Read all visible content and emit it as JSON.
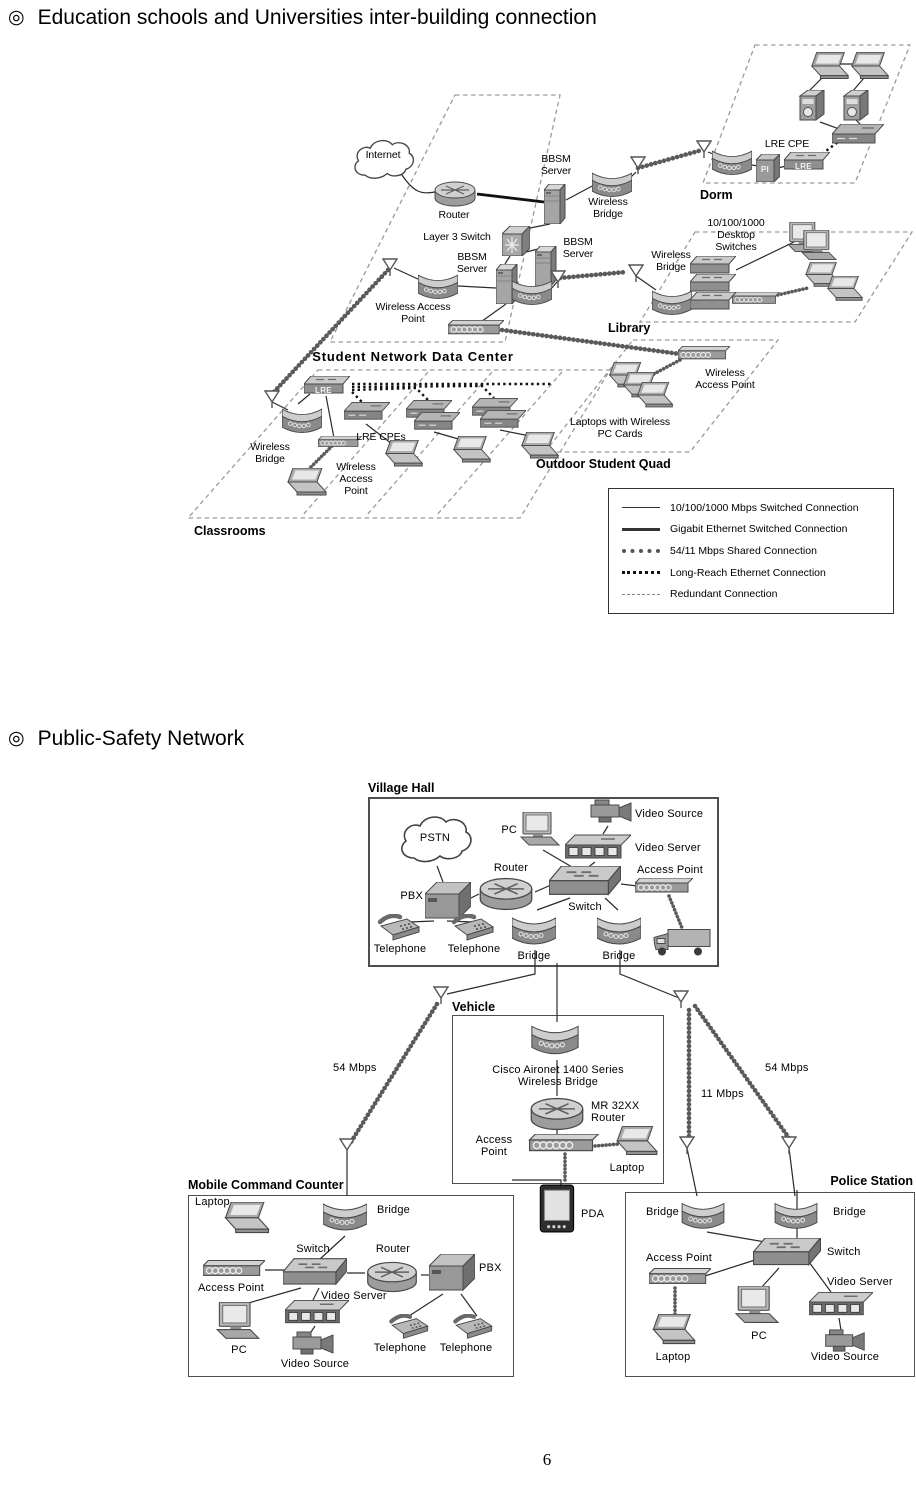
{
  "page": {
    "number": "6",
    "sections": [
      {
        "bullet": "◎",
        "title": "Education schools and Universities inter-building connection"
      },
      {
        "bullet": "◎",
        "title": "Public-Safety Network"
      }
    ]
  },
  "common": {
    "internet": "Internet",
    "pstn": "PSTN",
    "router": "Router",
    "switch": "Switch",
    "bridge": "Bridge",
    "telephone": "Telephone",
    "pc": "PC",
    "laptop": "Laptop",
    "pbx": "PBX",
    "pda": "PDA",
    "access_point": "Access Point",
    "video_server": "Video Server",
    "video_source": "Video Source",
    "bbsm_server": "BBSM Server",
    "wireless_bridge": "Wireless Bridge",
    "wireless_access_point": "Wireless Access Point",
    "lre": "LRE"
  },
  "diagram1": {
    "labels": {
      "layer3_switch": "Layer 3 Switch",
      "lre_cpe": "LRE CPE",
      "lre_cpes": "LRE CPEs",
      "pi": "PI",
      "desktop_switches": "10/100/1000 Desktop Switches",
      "laptops_with_cards": "Laptops with Wireless PC Cards"
    },
    "zones": {
      "dorm": "Dorm",
      "library": "Library",
      "data_center": "Student Network Data Center",
      "classrooms": "Classrooms",
      "quad": "Outdoor Student Quad"
    },
    "legend": [
      {
        "style": "thin-solid",
        "text": "10/100/1000 Mbps Switched Connection"
      },
      {
        "style": "thick-solid",
        "text": "Gigabit Ethernet Switched Connection"
      },
      {
        "style": "coil",
        "text": "54/11 Mbps Shared Connection"
      },
      {
        "style": "dotted",
        "text": "Long-Reach Ethernet Connection"
      },
      {
        "style": "dashed",
        "text": "Redundant Connection"
      }
    ]
  },
  "diagram2": {
    "zones": {
      "village_hall": "Village Hall",
      "vehicle": "Vehicle",
      "mobile_command": "Mobile Command Counter",
      "police_station": "Police Station"
    },
    "labels": {
      "aironet": "Cisco Aironet 1400 Series Wireless Bridge",
      "mr32xx": "MR 32XX Router",
      "mbps54": "54 Mbps",
      "mbps11": "11 Mbps"
    }
  }
}
